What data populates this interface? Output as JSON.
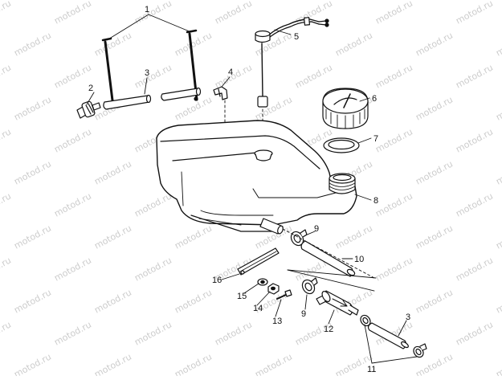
{
  "watermark": {
    "text": "motod.ru",
    "color": "#c4c4c4"
  },
  "colors": {
    "ink": "#111111",
    "paper": "#ffffff",
    "shade": "#d8d8d8"
  },
  "callouts": [
    {
      "id": "1",
      "label": "1"
    },
    {
      "id": "2",
      "label": "2"
    },
    {
      "id": "3a",
      "label": "3"
    },
    {
      "id": "4",
      "label": "4"
    },
    {
      "id": "5",
      "label": "5"
    },
    {
      "id": "6",
      "label": "6"
    },
    {
      "id": "7",
      "label": "7"
    },
    {
      "id": "8",
      "label": "8"
    },
    {
      "id": "9a",
      "label": "9"
    },
    {
      "id": "10",
      "label": "10"
    },
    {
      "id": "16",
      "label": "16"
    },
    {
      "id": "15",
      "label": "15"
    },
    {
      "id": "14",
      "label": "14"
    },
    {
      "id": "13",
      "label": "13"
    },
    {
      "id": "9b",
      "label": "9"
    },
    {
      "id": "12",
      "label": "12"
    },
    {
      "id": "3b",
      "label": "3"
    },
    {
      "id": "11",
      "label": "11"
    }
  ]
}
